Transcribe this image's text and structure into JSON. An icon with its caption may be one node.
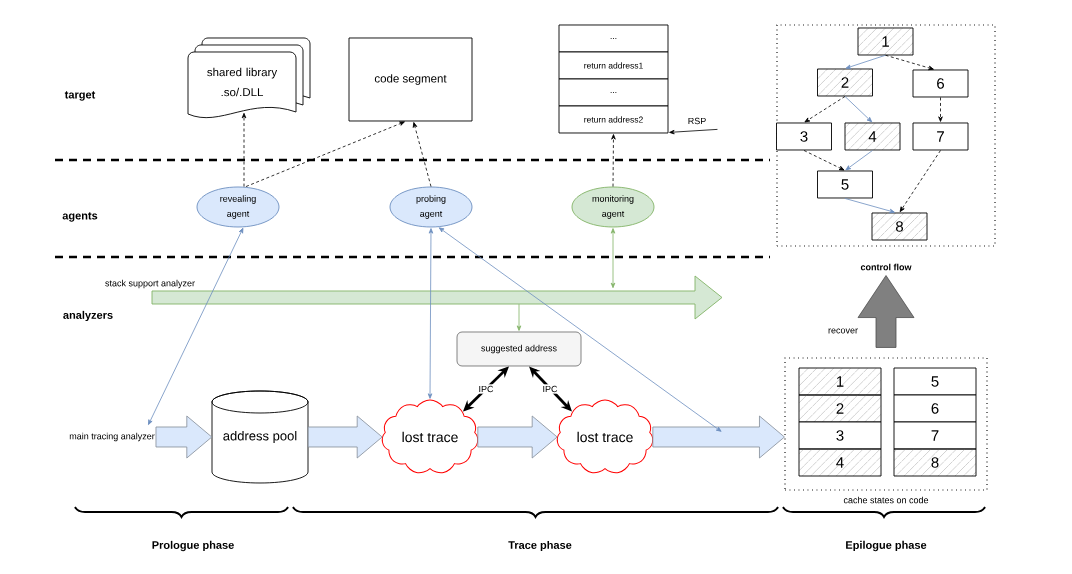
{
  "diagram": {
    "nodes": [
      {
        "text": [
          "shared library .so/.DLL"
        ]
      },
      {
        "text": [
          "code segment"
        ]
      },
      {
        "text": [
          "..."
        ]
      },
      {
        "text": [
          "return address1"
        ]
      },
      {
        "text": [
          "..."
        ]
      },
      {
        "text": [
          "return address2"
        ]
      },
      {
        "text": [
          "RSP"
        ]
      },
      {
        "text": [],
        "shape": "box",
        "beside": [
          "control flow"
        ]
      },
      {
        "text": [
          "1"
        ],
        "in": 7
      },
      {
        "text": [
          "2"
        ],
        "in": 7
      },
      {
        "text": [
          "6"
        ],
        "in": 7
      },
      {
        "text": [
          "3"
        ],
        "in": 7
      },
      {
        "text": [
          "4"
        ],
        "in": 7
      },
      {
        "text": [
          "7"
        ],
        "in": 7
      },
      {
        "text": [
          "5"
        ],
        "in": 7
      },
      {
        "text": [
          "8"
        ],
        "in": 7
      },
      {
        "text": [
          "revealing agent"
        ]
      },
      {
        "text": [
          "probing agent"
        ]
      },
      {
        "text": [
          "monitoring agent"
        ]
      },
      {
        "text": [
          "stack support analyzer"
        ]
      },
      {
        "text": [
          "suggested address"
        ]
      },
      {
        "text": [
          "main tracing analyzer"
        ]
      },
      {
        "text": [
          "address pool"
        ]
      },
      {
        "text": [
          "lost trace"
        ]
      },
      {
        "text": [
          "lost trace"
        ]
      },
      {
        "text": [],
        "shape": "box",
        "beside": [
          "cache states on code"
        ]
      },
      {
        "text": [
          "1"
        ],
        "in": 25
      },
      {
        "text": [
          "5"
        ],
        "in": 25
      },
      {
        "text": [
          "2"
        ],
        "in": 25
      },
      {
        "text": [
          "6"
        ],
        "in": 25
      },
      {
        "text": [
          "3"
        ],
        "in": 25
      },
      {
        "text": [
          "7"
        ],
        "in": 25
      },
      {
        "text": [
          "4"
        ],
        "in": 25
      },
      {
        "text": [
          "8"
        ],
        "in": 25
      }
    ],
    "edges": [
      {
        "from": 16,
        "to": 0,
        "arrow": "to",
        "style": "dashed"
      },
      {
        "from": 16,
        "to": 1,
        "arrow": "to",
        "style": "dashed"
      },
      {
        "from": 17,
        "to": 1,
        "arrow": "to",
        "style": "dashed"
      },
      {
        "from": 18,
        "to": 5,
        "arrow": "to",
        "style": "dashed"
      },
      {
        "from": 6,
        "to": 5,
        "arrow": "to"
      },
      {
        "from": 8,
        "to": 9,
        "arrow": "to",
        "color": "#6c8ebf"
      },
      {
        "from": 8,
        "to": 10,
        "arrow": "to",
        "style": "dashed"
      },
      {
        "from": 9,
        "to": 11,
        "arrow": "to",
        "style": "dashed"
      },
      {
        "from": 9,
        "to": 12,
        "arrow": "to",
        "color": "#6c8ebf"
      },
      {
        "from": 10,
        "to": 13,
        "arrow": "to",
        "style": "dashed"
      },
      {
        "from": 11,
        "to": 14,
        "arrow": "to",
        "style": "dashed"
      },
      {
        "from": 12,
        "to": 14,
        "arrow": "to",
        "color": "#6c8ebf"
      },
      {
        "from": 13,
        "to": 15,
        "arrow": "to",
        "style": "dashed"
      },
      {
        "from": 14,
        "to": 15,
        "arrow": "to",
        "color": "#6c8ebf"
      },
      {
        "from": 16,
        "to": 21,
        "arrow": "both",
        "color": "#6c8ebf"
      },
      {
        "from": 17,
        "to": 23,
        "arrow": "both",
        "color": "#6c8ebf"
      },
      {
        "from": 17,
        "to": null,
        "arrow": "both",
        "color": "#6c8ebf"
      },
      {
        "from": 18,
        "to": 19,
        "arrow": "both",
        "color": "#82b366"
      },
      {
        "from": 19,
        "to": 20,
        "arrow": "to",
        "color": "#82b366"
      },
      {
        "from": 20,
        "to": 23,
        "arrow": "both",
        "style": "thick",
        "label": "IPC"
      },
      {
        "from": 20,
        "to": 24,
        "arrow": "both",
        "style": "thick",
        "label": "IPC"
      },
      {
        "from": 21,
        "to": 22,
        "arrow": "to",
        "style": "thick",
        "color": "#dae8fc"
      },
      {
        "from": 22,
        "to": 23,
        "arrow": "to",
        "style": "thick",
        "color": "#dae8fc"
      },
      {
        "from": 23,
        "to": 24,
        "arrow": "to",
        "style": "thick",
        "color": "#dae8fc"
      },
      {
        "from": 24,
        "to": 25,
        "arrow": "to",
        "style": "thick",
        "color": "#dae8fc"
      },
      {
        "from": 25,
        "to": 7,
        "arrow": "to",
        "style": "thick",
        "color": "#808080",
        "label": "recover"
      }
    ],
    "labels": [
      "target",
      "agents",
      "analyzers",
      "Prologue phase",
      "Trace phase",
      "Epilogue phase"
    ]
  }
}
